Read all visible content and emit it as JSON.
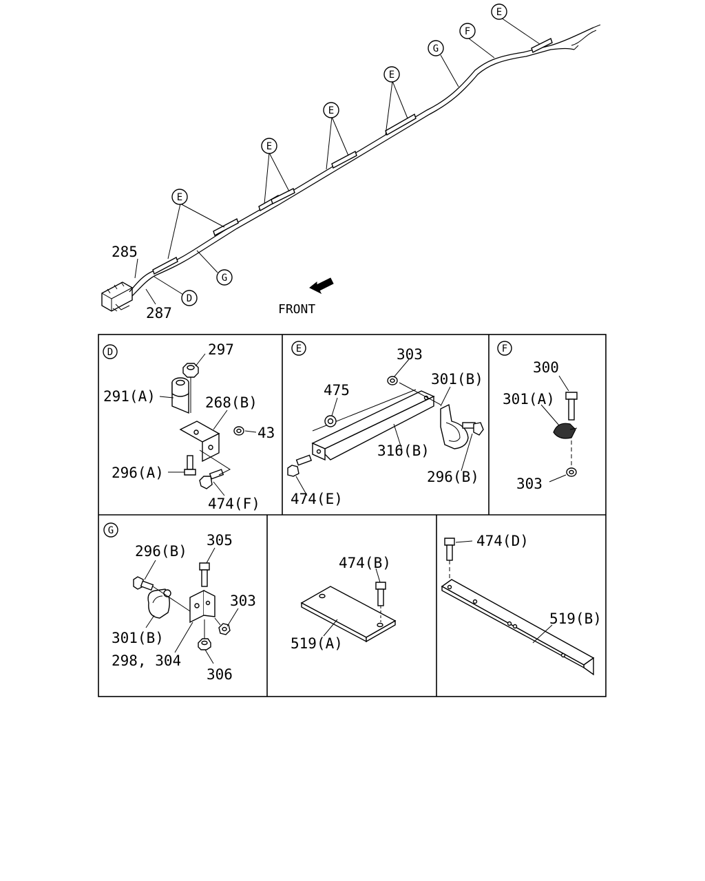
{
  "overview": {
    "front_label": "FRONT",
    "labels": {
      "p285": "285",
      "p287": "287"
    },
    "callouts": {
      "e": "E",
      "f": "F",
      "g": "G",
      "d": "D"
    }
  },
  "panels": {
    "d": {
      "tag": "D",
      "labels": [
        "297",
        "291(A)",
        "268(B)",
        "43",
        "296(A)",
        "474(F)"
      ]
    },
    "e": {
      "tag": "E",
      "labels": [
        "303",
        "301(B)",
        "475",
        "316(B)",
        "296(B)",
        "474(E)"
      ]
    },
    "f": {
      "tag": "F",
      "labels": [
        "300",
        "301(A)",
        "303"
      ]
    },
    "g": {
      "tag": "G",
      "labels": [
        "296(B)",
        "305",
        "303",
        "301(B)",
        "298, 304",
        "306"
      ]
    },
    "b1": {
      "labels": [
        "474(B)",
        "519(A)"
      ]
    },
    "b2": {
      "labels": [
        "474(D)",
        "519(B)"
      ]
    }
  }
}
